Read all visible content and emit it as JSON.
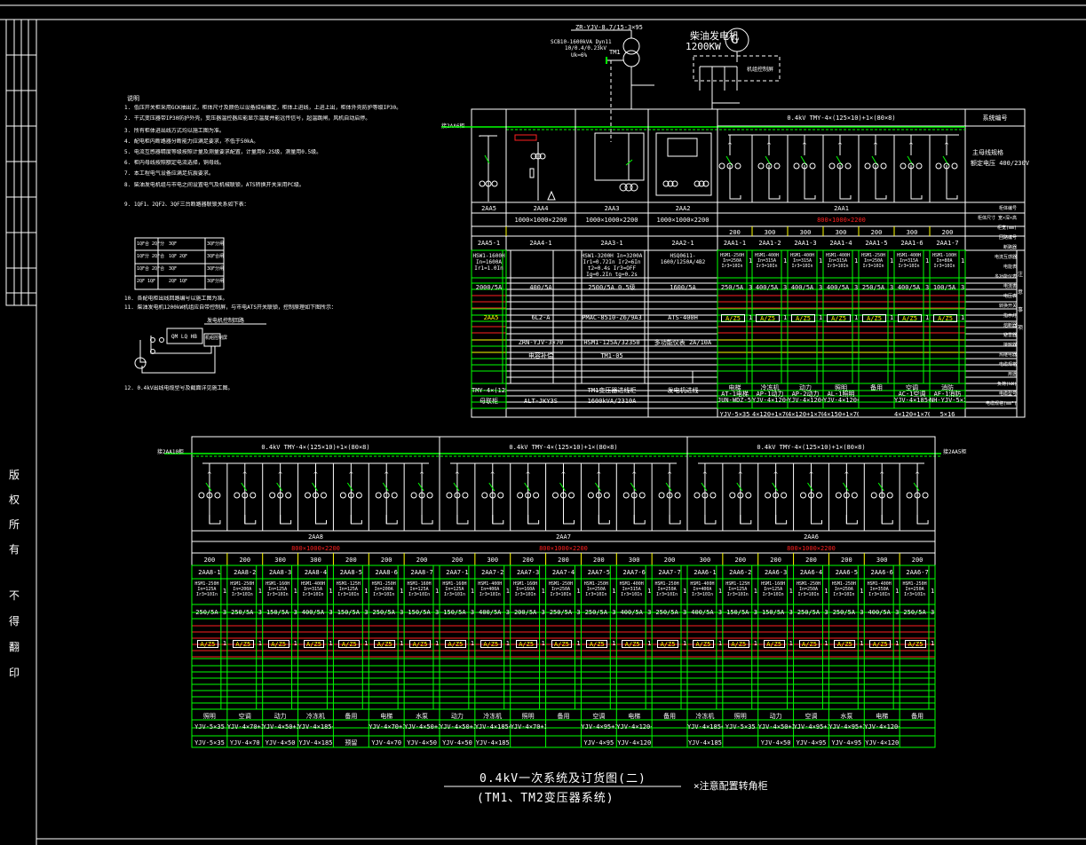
{
  "drawing": {
    "title_line1": "0.4kV一次系统及订货图(二)",
    "title_line2": "(TM1、TM2变压器系统)",
    "remark": "×注意配置转角柜",
    "side_stamp": [
      "版",
      "权",
      "所",
      "有",
      "不",
      "得",
      "翻",
      "印"
    ]
  },
  "top_left_block": {
    "cable_label": "ZR-YJV-8.7/15-3×95",
    "transformer_id": "TM1",
    "transformer_spec_1": "SCB10-1600kVA Dyn11",
    "transformer_spec_2": "10/0.4/0.23kV",
    "transformer_spec_3": "Uk=6%",
    "generator_label": "柴油发电机",
    "generator_power": "1200KW",
    "generator_symbol": "G",
    "generator_panel": "机组控制屏",
    "bus_tie_label_left": "接2AA6柜",
    "bus_tie_label_right": "接2AA5柜"
  },
  "notes": {
    "heading": "说明",
    "items": [
      "1. 低压开关柜采用GCK抽出式，柜体尺寸及颜色以设备招标确定，柜体上进线，上进上出，柜体外壳防护等级IP30。",
      "2. 干式变压器带IP30防护外壳，变压器温控器应能显示温度并能远传信号，超温跳闸，风机自动启停。",
      "3. 所有柜体进出线方式均以施工图为准。",
      "4. 配电柜内断路器分断能力应满足要求，不低于50kA。",
      "5. 电流互感器精度等级按照计量及测量要求配置，计量用0.2S级，测量用0.5级。",
      "6. 柜内母线按照额定电流选择，铜母线。",
      "7. 本工程电气设备应满足抗震要求。",
      "8. 柴油发电机组与市电之间设置电气及机械联锁，ATS转换开关采用PC级。",
      "9. 1QF1、2QF2、3QF三台断路器联锁关系如下表：",
      "10. 各配电柜出线回路编号以施工图为准。",
      "11. 柴油发电机1200kW机组应自带控制屏，与市电ATS开关联锁，控制原理如下图所示：",
      "12. 0.4kV出线电缆型号及截面详见施工图。"
    ],
    "interlock_table": [
      {
        "state": "1QF合 2QF分",
        "contact": "3QF",
        "note": "3QF分闸"
      },
      {
        "state": "1QF分 2QF合",
        "contact": "1QF 2QF",
        "note": "3QF合闸"
      },
      {
        "state": "1QF合 2QF合",
        "contact": "3QF",
        "note": "3QF分闸"
      },
      {
        "state": "2QF 1QF",
        "contact": "2QF 1QF",
        "note": "3QF分闸"
      }
    ],
    "control_label": "发电机控制回路",
    "control_box": "QM LQ HB",
    "control_panel": "机组控制屏"
  },
  "panel_upper": {
    "bus_label": "0.4kV  TMY-4×(125×10)+1×(80×8)",
    "legend_header": "系统编号",
    "legend_main_1": "主母线规格",
    "legend_main_2": "额定电压 400/230V",
    "columns": [
      {
        "id": "2AA5",
        "dims": "",
        "unit": "2AA5-1",
        "breaker": "HSW1-1600H In=1600A Ir1=1.0In",
        "ct": "2000/5A",
        "ct_n": "3",
        "meter": "2AA5",
        "feeder": "",
        "cable": "",
        "load1": "TMY-4×(125×10)",
        "load2": "母联柜"
      },
      {
        "id": "2AA4",
        "dims": "1000×1000×2200",
        "unit": "2AA4-1",
        "breaker": "",
        "ct": "400/5A",
        "ct_n": "3",
        "meter": "6L2-A",
        "feeder": "ZRN-YJV-3×70",
        "cable": "电容补偿",
        "load1": "",
        "load2": "ALT-JKY3S"
      },
      {
        "id": "2AA3",
        "dims": "1000×1000×2200",
        "unit": "2AA3-1",
        "breaker": "HSW1-3200H In=3200A Ir1=0.72In Ir2=6In t2=0.4s Ir3=OFF Ig=0.2In tg=0.2s",
        "ct": "2500/5A 0.5级",
        "ct_n": "3",
        "meter": "PMAC-8510-Z6/9A3",
        "feeder": "HSM1-125A/32350",
        "cable": "TM1-05",
        "load1": "TM1变压器进线柜",
        "load2": "1600kVA/2310A"
      },
      {
        "id": "2AA2",
        "dims": "1000×1000×2200",
        "unit": "2AA2-1",
        "breaker": "HSQ0611-1600/1250A/4B2",
        "ct": "1600/5A",
        "ct_n": "",
        "meter": "ATS-400H",
        "feeder": "多功能仪表 2A/10A",
        "cable": "",
        "load1": "发电机进线",
        "load2": ""
      }
    ],
    "group_2AA1": {
      "id": "2AA1",
      "dims": "800×1000×2200",
      "feeders": [
        {
          "width": "200",
          "unit": "2AA1-1",
          "breaker": "HSM1-250H In=250A Ir3=10In",
          "ct": "250/5A",
          "ct_n": "3",
          "meter": "A/Z5",
          "load1": "电梯",
          "load2": "AT-1电梯",
          "cable": "JUN-WDZ-5×35",
          "cable2": "YJV-5×35"
        },
        {
          "width": "300",
          "unit": "2AA1-2",
          "breaker": "HSM1-400H In=315A Ir3=10In",
          "ct": "400/5A",
          "ct_n": "3",
          "meter": "A/Z5",
          "load1": "冷冻机",
          "load2": "AP-1动力",
          "cable": "YJV-4×120+1×70",
          "cable2": "4×120+1×70"
        },
        {
          "width": "300",
          "unit": "2AA1-3",
          "breaker": "HSM1-400H In=315A Ir3=10In",
          "ct": "400/5A",
          "ct_n": "3",
          "meter": "A/Z5",
          "load1": "动力",
          "load2": "AP-2动力",
          "cable": "YJV-4×120+1×70",
          "cable2": "4×120+1×70"
        },
        {
          "width": "300",
          "unit": "2AA1-4",
          "breaker": "HSM1-400H In=315A Ir3=10In",
          "ct": "400/5A",
          "ct_n": "3",
          "meter": "A/Z5",
          "load1": "照明",
          "load2": "AL-1照明",
          "cable": "YJV-4×120+1×70",
          "cable2": "4×150+1×70"
        },
        {
          "width": "200",
          "unit": "2AA1-5",
          "breaker": "HSM1-250H In=250A Ir3=10In",
          "ct": "250/5A",
          "ct_n": "3",
          "meter": "A/Z5",
          "load1": "备用",
          "load2": "",
          "cable": "",
          "cable2": ""
        },
        {
          "width": "300",
          "unit": "2AA1-6",
          "breaker": "HSM1-400H In=315A Ir3=10In",
          "ct": "400/5A",
          "ct_n": "3",
          "meter": "A/Z5",
          "load1": "空调",
          "load2": "AC-1空调",
          "cable": "YJV-4×185+1×95",
          "cable2": "4×120+1×70"
        },
        {
          "width": "200",
          "unit": "2AA1-7",
          "breaker": "HSM1-100H In=80A Ir3=10In",
          "ct": "100/5A",
          "ct_n": "3",
          "meter": "A/Z5",
          "load1": "消防",
          "load2": "AF-1消防",
          "cable": "NH-YJV-5×16",
          "cable2": "5×16"
        }
      ]
    },
    "row_labels": [
      "柜体编号",
      "柜体尺寸 宽×深×高",
      "柜宽(mm)",
      "回路编号",
      "断路器",
      "电流互感器",
      "电能表",
      "多功能仪表",
      "电流表",
      "电压表",
      "转换开关",
      "指示灯",
      "熔断器",
      "避雷器",
      "接触器",
      "热继电器",
      "电缆规格",
      "用途",
      "负荷(kW)",
      "电缆型号",
      "电缆规格(mm²)"
    ],
    "side_note": "注意事项"
  },
  "panel_lower": {
    "bus_tie_left": "接2AA10柜",
    "bus_tie_right": "接2AA5柜",
    "groups": [
      {
        "id": "2AA8",
        "dims": "800×1000×2200",
        "bus_label": "0.4kV  TMY-4×(125×10)+1×(80×8)",
        "feeders": [
          {
            "width": "200",
            "unit": "2AA8-1",
            "breaker": "HSM1-250H In=125A Ir3=10In",
            "ct": "250/5A",
            "ct_n": "3",
            "load": "照明",
            "cable": "YJV-5×35",
            "cable2": "YJV-5×35"
          },
          {
            "width": "200",
            "unit": "2AA8-2",
            "breaker": "HSM1-250H In=200A Ir3=10In",
            "ct": "250/5A",
            "ct_n": "3",
            "load": "空调",
            "cable": "YJV-4×70+1×35",
            "cable2": "YJV-4×70"
          },
          {
            "width": "300",
            "unit": "2AA8-3",
            "breaker": "HSM1-160H In=125A Ir3=10In",
            "ct": "150/5A",
            "ct_n": "3",
            "load": "动力",
            "cable": "YJV-4×50+1×25",
            "cable2": "YJV-4×50"
          },
          {
            "width": "300",
            "unit": "2AA8-4",
            "breaker": "HSM1-400H In=315A Ir3=10In",
            "ct": "400/5A",
            "ct_n": "3",
            "load": "冷冻机",
            "cable": "YJV-4×185+1×95",
            "cable2": "YJV-4×185"
          },
          {
            "width": "200",
            "unit": "2AA8-5",
            "breaker": "HSM1-125H In=125A Ir3=10In",
            "ct": "150/5A",
            "ct_n": "3",
            "load": "备用",
            "cable": "",
            "cable2": "预留"
          },
          {
            "width": "200",
            "unit": "2AA8-6",
            "breaker": "HSM1-250H In=200A Ir3=10In",
            "ct": "250/5A",
            "ct_n": "3",
            "load": "电梯",
            "cable": "YJV-4×70+1×35",
            "cable2": "YJV-4×70"
          },
          {
            "width": "200",
            "unit": "2AA8-7",
            "breaker": "HSM1-160H In=125A Ir3=10In",
            "ct": "150/5A",
            "ct_n": "3",
            "load": "水泵",
            "cable": "YJV-4×50+1×25",
            "cable2": "YJV-4×50"
          }
        ]
      },
      {
        "id": "2AA7",
        "dims": "800×1000×2200",
        "bus_label": "0.4kV  TMY-4×(125×10)+1×(80×8)",
        "feeders": [
          {
            "width": "200",
            "unit": "2AA7-1",
            "breaker": "HSM1-160H In=125A Ir3=10In",
            "ct": "150/5A",
            "ct_n": "3",
            "load": "动力",
            "cable": "YJV-4×50+1×25",
            "cable2": "YJV-4×50"
          },
          {
            "width": "300",
            "unit": "2AA7-2",
            "breaker": "HSM1-400H In=400A Ir3=10In",
            "ct": "400/5A",
            "ct_n": "3",
            "load": "冷冻机",
            "cable": "YJV-4×185+1×95",
            "cable2": "YJV-4×185"
          },
          {
            "width": "200",
            "unit": "2AA7-3",
            "breaker": "HSM1-160H In=160A Ir3=10In",
            "ct": "200/5A",
            "ct_n": "3",
            "load": "照明",
            "cable": "YJV-4×70+1×35",
            "cable2": ""
          },
          {
            "width": "200",
            "unit": "2AA7-4",
            "breaker": "HSM1-250H In=250A Ir3=10In",
            "ct": "250/5A",
            "ct_n": "3",
            "load": "备用",
            "cable": "",
            "cable2": ""
          },
          {
            "width": "200",
            "unit": "2AA7-5",
            "breaker": "HSM1-250H In=250A Ir3=10In",
            "ct": "250/5A",
            "ct_n": "3",
            "load": "空调",
            "cable": "YJV-4×95+1×50",
            "cable2": "YJV-4×95"
          },
          {
            "width": "300",
            "unit": "2AA7-6",
            "breaker": "HSM1-400H In=315A Ir3=10In",
            "ct": "400/5A",
            "ct_n": "3",
            "load": "电梯",
            "cable": "YJV-4×120+1×70",
            "cable2": "YJV-4×120"
          },
          {
            "width": "200",
            "unit": "2AA7-7",
            "breaker": "HSM1-250H In=250A Ir3=10In",
            "ct": "250/5A",
            "ct_n": "3",
            "load": "备用",
            "cable": "",
            "cable2": ""
          }
        ]
      },
      {
        "id": "2AA6",
        "dims": "800×1000×2200",
        "bus_label": "0.4kV  TMY-4×(125×10)+1×(80×8)",
        "feeders": [
          {
            "width": "300",
            "unit": "2AA6-1",
            "breaker": "HSM1-400H In=400A Ir3=10In",
            "ct": "400/5A",
            "ct_n": "3",
            "load": "冷冻机",
            "cable": "YJV-4×185+1×95",
            "cable2": "YJV-4×185"
          },
          {
            "width": "200",
            "unit": "2AA6-2",
            "breaker": "HSM1-125H In=125A Ir3=10In",
            "ct": "150/5A",
            "ct_n": "3",
            "load": "照明",
            "cable": "YJV-5×35",
            "cable2": ""
          },
          {
            "width": "200",
            "unit": "2AA6-3",
            "breaker": "HSM1-160H In=125A Ir3=10In",
            "ct": "150/5A",
            "ct_n": "3",
            "load": "动力",
            "cable": "YJV-4×50+1×25",
            "cable2": "YJV-4×50"
          },
          {
            "width": "200",
            "unit": "2AA6-4",
            "breaker": "HSM1-250H In=250A Ir3=10In",
            "ct": "250/5A",
            "ct_n": "3",
            "load": "空调",
            "cable": "YJV-4×95+1×50",
            "cable2": "YJV-4×95"
          },
          {
            "width": "200",
            "unit": "2AA6-5",
            "breaker": "HSM1-250H In=250A Ir3=10In",
            "ct": "250/5A",
            "ct_n": "3",
            "load": "水泵",
            "cable": "YJV-4×95+1×50",
            "cable2": "YJV-4×95"
          },
          {
            "width": "300",
            "unit": "2AA6-6",
            "breaker": "HSM1-400H In=350A Ir3=10In",
            "ct": "400/5A",
            "ct_n": "3",
            "load": "电梯",
            "cable": "YJV-4×120+1×70",
            "cable2": "YJV-4×120"
          },
          {
            "width": "200",
            "unit": "2AA6-7",
            "breaker": "HSM1-250H In=250A Ir3=10In",
            "ct": "250/5A",
            "ct_n": "3",
            "load": "备用",
            "cable": "",
            "cable2": ""
          }
        ]
      }
    ]
  },
  "colors": {
    "background": "#000000",
    "line": "#ffffff",
    "grid_green": "#00ff00",
    "accent_red": "#ff2020",
    "accent_yellow": "#ffff00"
  }
}
